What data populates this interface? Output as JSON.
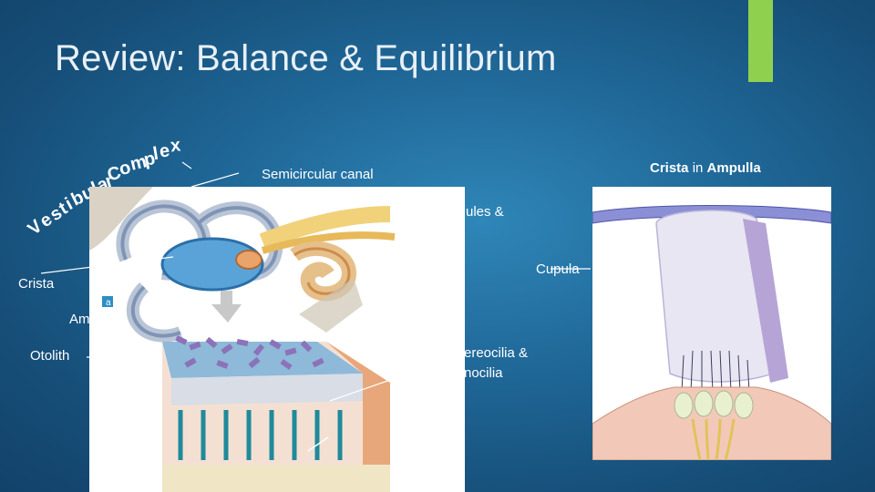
{
  "slide": {
    "title": "Review: Balance & Equilibrium",
    "accent_color": "#8fd14f",
    "arc_text": [
      "V",
      "e",
      "s",
      "t",
      "i",
      "b",
      "u",
      "l",
      "a",
      "r",
      "C",
      "o",
      "m",
      "p",
      "l",
      "e",
      "x"
    ]
  },
  "labels": {
    "semicircular_canal": "Semicircular canal",
    "crista": "Crista",
    "ampulla_partial": "Amp",
    "otolith": "Otolith",
    "maculae_partial": "ules &",
    "stereocilia_partial": "ereocilia &",
    "kinocilia_partial": "nocilia",
    "cupula": "Cupula",
    "crista_in_ampulla_1": "Crista",
    "crista_in_ampulla_2": " in ",
    "crista_in_ampulla_3": "Ampulla",
    "figure_tag": "a"
  }
}
